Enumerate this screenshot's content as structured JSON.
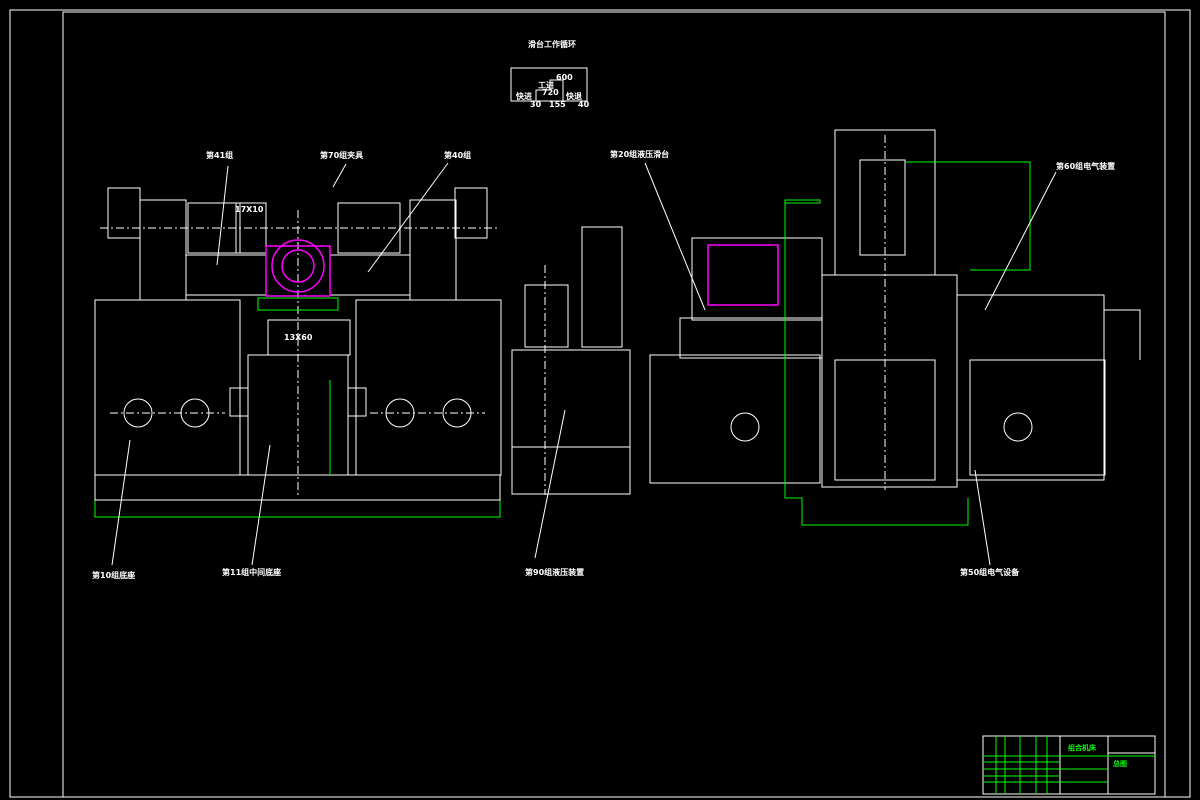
{
  "drawing": {
    "cycle_title": "滑台工作循环",
    "cycle_diagram": {
      "fast_forward": "快进",
      "work_feed": "工进",
      "fast_back": "快退",
      "fast_forward_len": "30",
      "work_feed_len": "155",
      "total": "40",
      "val_a": "600",
      "val_b": "720"
    },
    "labels": {
      "group41": "第41组",
      "fixture": "第70组夹具",
      "group40": "第40组",
      "base": "第10组底座",
      "middle_base": "第11组中间底座",
      "hydraulic": "第90组液压装置",
      "slide": "第20组液压滑台",
      "electric": "第60组电气装置",
      "electric_equipment": "第50组电气设备",
      "dim_left": "17X10",
      "dim_center": "13X60"
    },
    "title_block": {
      "name": "组合机床",
      "drawing_title": "总图"
    },
    "colors": {
      "background": "#000000",
      "lines": "#ffffff",
      "frame_green": "#00ff00",
      "part_magenta": "#ff00ff"
    }
  }
}
